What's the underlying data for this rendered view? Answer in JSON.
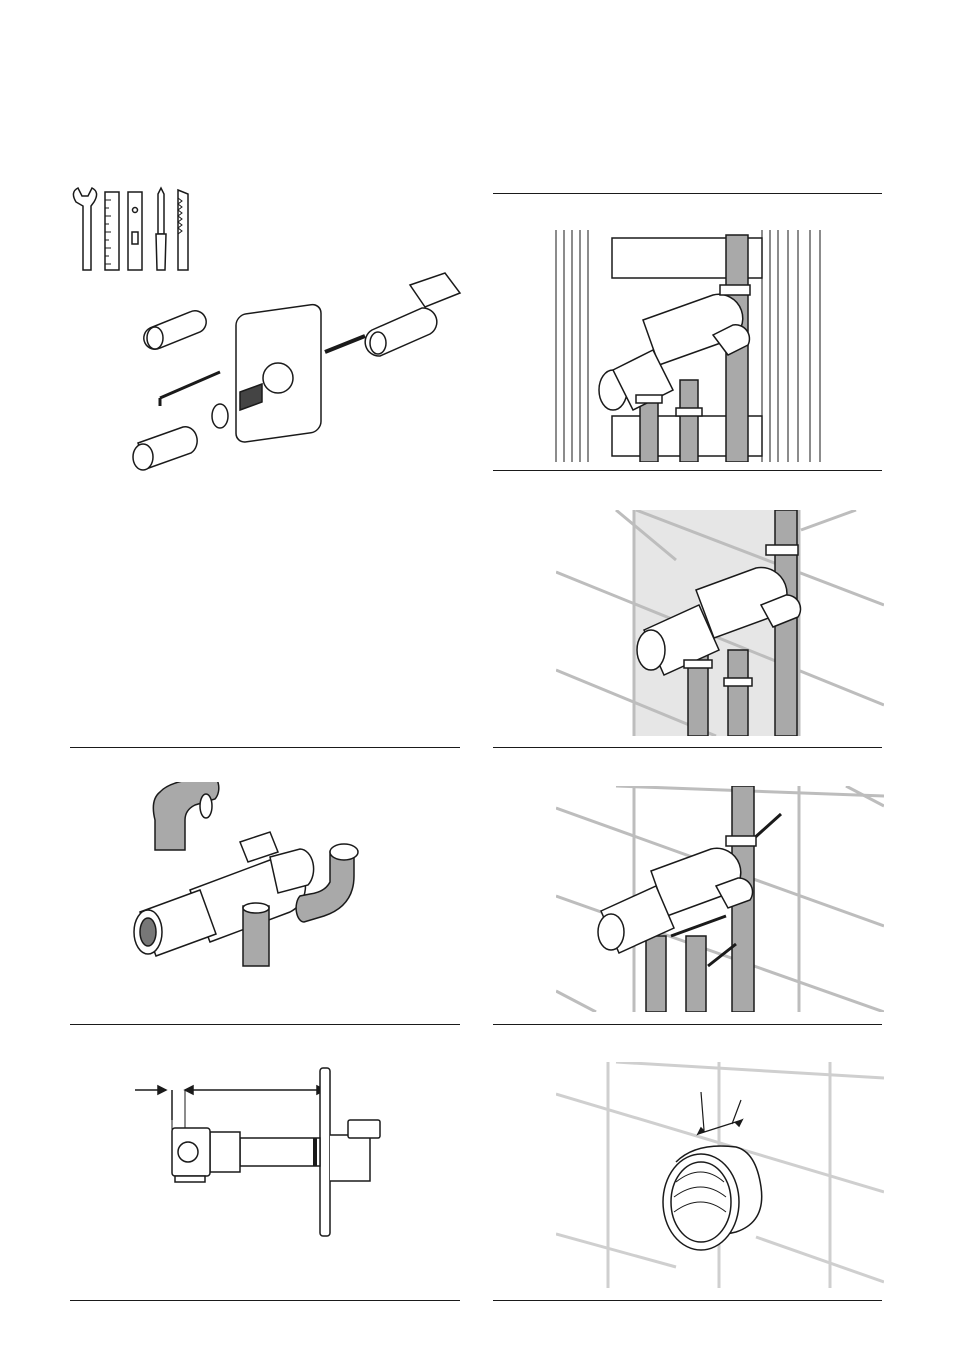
{
  "page": {
    "title": "",
    "description": ""
  },
  "figures": [
    {
      "id": "tools-exploded",
      "icons": [
        "open-wrench-icon",
        "folding-ruler-icon",
        "spirit-level-icon",
        "screwdriver-icon",
        "hacksaw-icon"
      ]
    },
    {
      "id": "valve-on-mounting-rail"
    },
    {
      "id": "valve-in-tiled-wall"
    },
    {
      "id": "valve-fittings"
    },
    {
      "id": "valve-wall-depth-dimension"
    },
    {
      "id": "valve-screwed-to-wall"
    },
    {
      "id": "sleeve-flush-with-tile"
    }
  ],
  "colors": {
    "line": "#1a1a1a",
    "pipe": "#a9a9a9",
    "tile": "#bdbdbd",
    "wall_shade": "#e6e6e6"
  }
}
